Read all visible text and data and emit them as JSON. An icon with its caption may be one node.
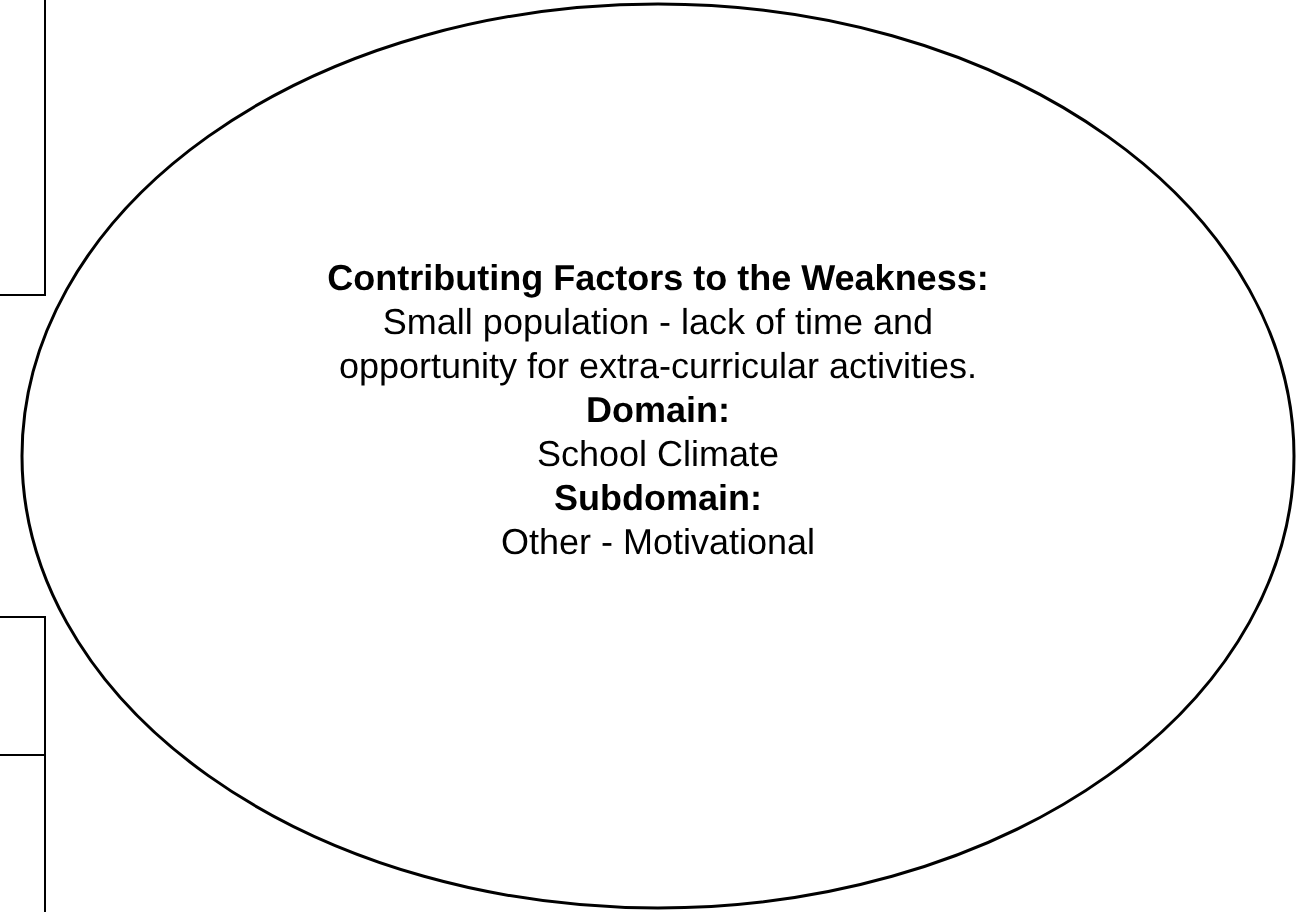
{
  "diagram": {
    "nodes": [
      {
        "text": [],
        "shape": "box"
      },
      {
        "text": [
          "Contributing Factors to the Weakness:",
          "Small population - lack of time and opportunity for extra-curricular activities.",
          "Domain:",
          "School Climate",
          "Subdomain:",
          "Other - Motivational"
        ]
      },
      {
        "text": [],
        "shape": "box"
      },
      {
        "text": [],
        "shape": "box"
      }
    ]
  }
}
